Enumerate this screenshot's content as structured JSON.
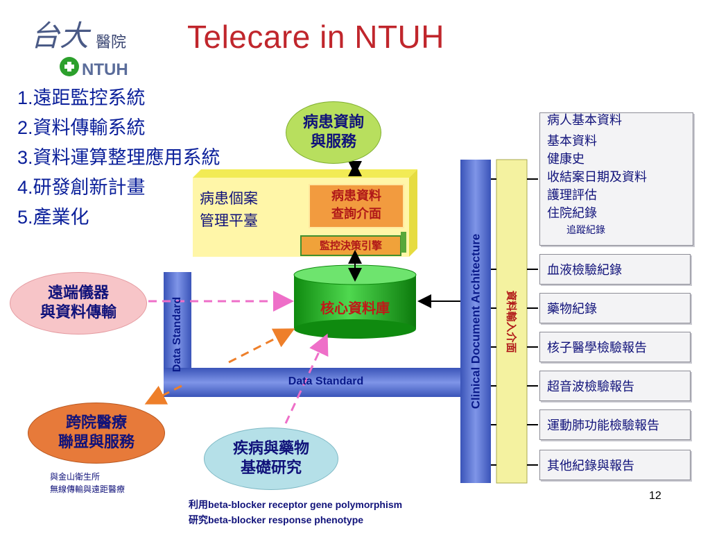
{
  "header": {
    "title": "Telecare in NTUH",
    "logo": {
      "chars": "台大",
      "hospital": "醫院",
      "brand": "NTUH"
    }
  },
  "list": [
    {
      "num": "1.",
      "label": "遠距監控系統"
    },
    {
      "num": "2.",
      "label": "資料傳輸系統"
    },
    {
      "num": "3.",
      "label": "資料運算整理應用系統"
    },
    {
      "num": "4.",
      "label": "研發創新計畫"
    },
    {
      "num": "5.",
      "label": "產業化"
    }
  ],
  "diagram": {
    "patient_query_service": "病患資詢\n與服務",
    "case_platform": "病患個案\n管理平臺",
    "data_query_interface": "病患資料\n查詢介面",
    "monitor_engine": "監控決策引擎",
    "core_database": "核心資料庫",
    "remote_device": "遠端儀器\n與資料傳輸",
    "cross_hospital": "跨院醫療\n聯盟與服務",
    "disease_research": "疾病與藥物\n基礎研究",
    "data_standard_vertical": "Data Standard",
    "data_standard_horizontal": "Data Standard",
    "cda_label": "Clinical Document Architecture",
    "data_input_interface": "資料輸入介面"
  },
  "records": {
    "basic_group": {
      "header": "病人基本資料",
      "items": [
        "基本資料",
        "健康史",
        "收結案日期及資料",
        "護理評估",
        "住院紀錄"
      ],
      "sub": "追蹤紀錄"
    },
    "others": [
      "血液檢驗紀錄",
      "藥物紀錄",
      "核子醫學檢驗報告",
      "超音波檢驗報告",
      "運動肺功能檢驗報告",
      "其他紀錄與報告"
    ]
  },
  "notes": {
    "kinmen": [
      "與金山衛生所",
      "無線傳輸與遠距醫療"
    ],
    "research": [
      "利用beta-blocker receptor gene polymorphism",
      "研究beta-blocker response phenotype"
    ]
  },
  "page_number": "12",
  "colors": {
    "title": "#c0262c",
    "list_text": "#0a1f9a",
    "blue_bar": "#5b74d6",
    "yellow_bar": "#f4f2a0",
    "green_cylinder": "#1fb31f",
    "platform": "#fff6a8",
    "orange_box": "#f29b3f",
    "pink_ellipse": "#f7c5c8",
    "orange_ellipse": "#e77a3a",
    "teal_ellipse": "#b5e0e8",
    "lime_ellipse": "#b8df5e"
  }
}
